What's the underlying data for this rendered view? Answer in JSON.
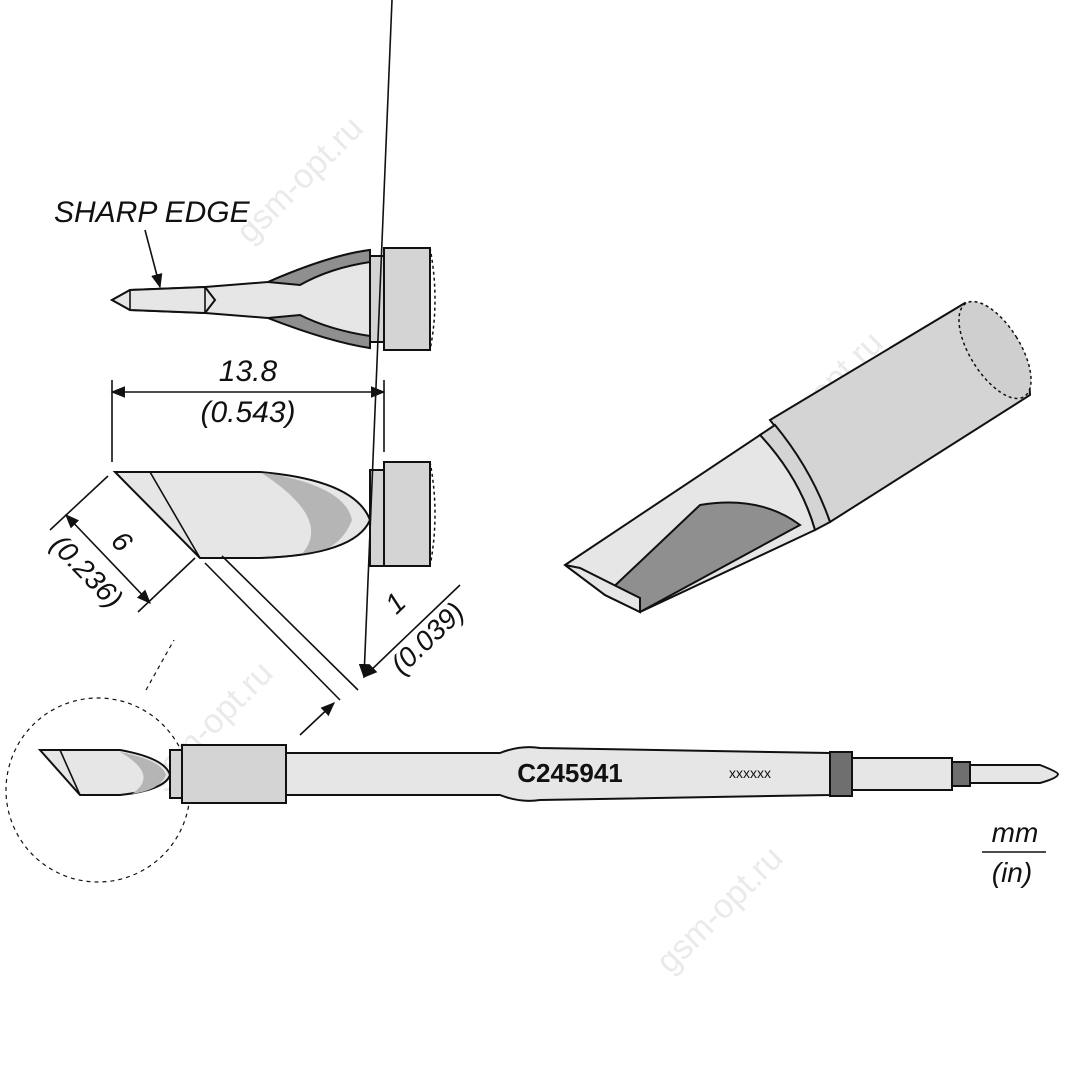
{
  "labels": {
    "sharp_edge": "SHARP EDGE",
    "length_mm": "13.8",
    "length_in": "(0.543)",
    "width_mm": "6",
    "width_in": "(0.236)",
    "thickness_mm": "1",
    "thickness_in": "(0.039)",
    "part_number": "C245941",
    "serial": "xxxxxx",
    "unit_top": "mm",
    "unit_bottom": "(in)"
  },
  "watermark": "gsm-opt.ru",
  "colors": {
    "ink": "#111111",
    "steel_light": "#e6e6e6",
    "steel_mid": "#d4d4d4",
    "steel_dark": "#8f8f8f",
    "watermark": "#d9d9d9"
  }
}
